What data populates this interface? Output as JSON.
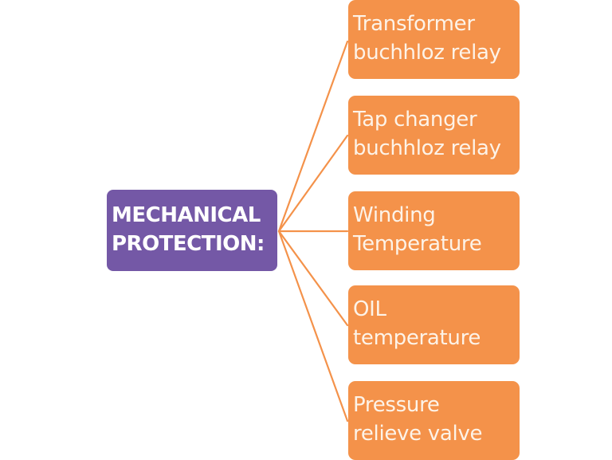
{
  "root": {
    "line1": "MECHANICAL",
    "line2": "PROTECTION:"
  },
  "children": [
    {
      "line1": "Transformer",
      "line2": "buchhloz relay"
    },
    {
      "line1": "Tap changer",
      "line2": "buchhloz relay"
    },
    {
      "line1": "Winding",
      "line2": "Temperature"
    },
    {
      "line1": "OIL",
      "line2": "temperature"
    },
    {
      "line1": "Pressure",
      "line2": "relieve valve"
    }
  ]
}
